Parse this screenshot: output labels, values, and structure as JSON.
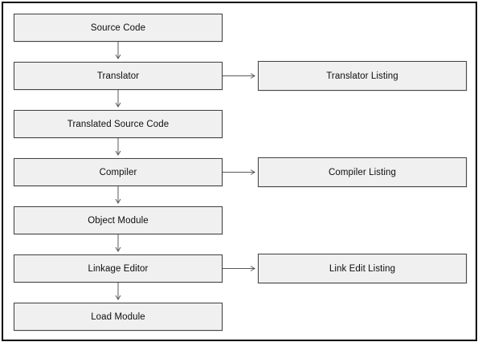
{
  "diagram": {
    "type": "flowchart",
    "nodes": [
      {
        "id": "source-code",
        "label": "Source Code",
        "column": "left"
      },
      {
        "id": "translator",
        "label": "Translator",
        "column": "left"
      },
      {
        "id": "translated-source-code",
        "label": "Translated Source Code",
        "column": "left"
      },
      {
        "id": "compiler",
        "label": "Compiler",
        "column": "left"
      },
      {
        "id": "object-module",
        "label": "Object Module",
        "column": "left"
      },
      {
        "id": "linkage-editor",
        "label": "Linkage Editor",
        "column": "left"
      },
      {
        "id": "load-module",
        "label": "Load Module",
        "column": "left"
      },
      {
        "id": "translator-listing",
        "label": "Translator Listing",
        "column": "right"
      },
      {
        "id": "compiler-listing",
        "label": "Compiler Listing",
        "column": "right"
      },
      {
        "id": "link-edit-listing",
        "label": "Link Edit Listing",
        "column": "right"
      }
    ],
    "edges": [
      {
        "from": "source-code",
        "to": "translator",
        "direction": "down"
      },
      {
        "from": "translator",
        "to": "translated-source-code",
        "direction": "down"
      },
      {
        "from": "translated-source-code",
        "to": "compiler",
        "direction": "down"
      },
      {
        "from": "compiler",
        "to": "object-module",
        "direction": "down"
      },
      {
        "from": "object-module",
        "to": "linkage-editor",
        "direction": "down"
      },
      {
        "from": "linkage-editor",
        "to": "load-module",
        "direction": "down"
      },
      {
        "from": "translator",
        "to": "translator-listing",
        "direction": "right"
      },
      {
        "from": "compiler",
        "to": "compiler-listing",
        "direction": "right"
      },
      {
        "from": "linkage-editor",
        "to": "link-edit-listing",
        "direction": "right"
      }
    ],
    "colors": {
      "node_fill": "#f0f0f0",
      "node_border": "#454545",
      "arrow": "#595959",
      "frame": "#000000",
      "background": "#ffffff",
      "text": "#0d0d0d"
    }
  }
}
